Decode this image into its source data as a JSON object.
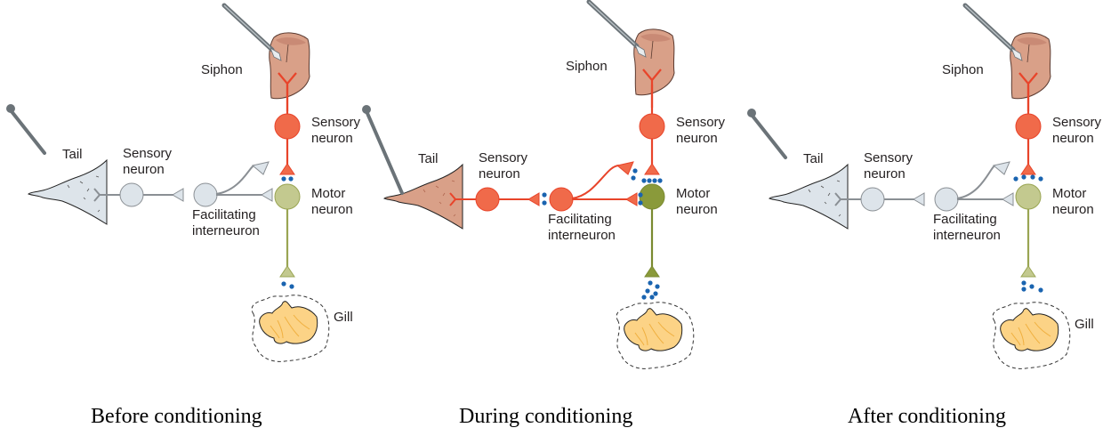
{
  "panels": [
    {
      "id": "before",
      "caption": "Before conditioning",
      "labels": {
        "siphon": "Siphon",
        "tail": "Tail",
        "siphon_sensory": [
          "Sensory",
          "neuron"
        ],
        "tail_sensory": [
          "Sensory",
          "neuron"
        ],
        "motor": [
          "Motor",
          "neuron"
        ],
        "interneuron": [
          "Facilitating",
          "interneuron"
        ],
        "gill": "Gill"
      },
      "state": {
        "tail_pathway_active": false,
        "tail_probe_touching": false,
        "motor_active": false,
        "siphon_to_motor_vesicles": 2,
        "motor_to_gill_vesicles": 2,
        "interneuron_vesicles": 0,
        "tail_sensory_vesicles": 0,
        "gill_label_visible": true
      }
    },
    {
      "id": "during",
      "caption": "During conditioning",
      "labels": {
        "siphon": "Siphon",
        "tail": "Tail",
        "siphon_sensory": [
          "Sensory",
          "neuron"
        ],
        "tail_sensory": [
          "Sensory",
          "neuron"
        ],
        "motor": [
          "Motor",
          "neuron"
        ],
        "interneuron": [
          "Facilitating",
          "interneuron"
        ],
        "gill": ""
      },
      "state": {
        "tail_pathway_active": true,
        "tail_probe_touching": true,
        "motor_active": true,
        "siphon_to_motor_vesicles": 4,
        "motor_to_gill_vesicles": 6,
        "interneuron_vesicles": 2,
        "tail_sensory_vesicles": 2,
        "gill_label_visible": false
      }
    },
    {
      "id": "after",
      "caption": "After conditioning",
      "labels": {
        "siphon": "Siphon",
        "tail": "Tail",
        "siphon_sensory": [
          "Sensory",
          "neuron"
        ],
        "tail_sensory": [
          "Sensory",
          "neuron"
        ],
        "motor": [
          "Motor",
          "neuron"
        ],
        "interneuron": [
          "Facilitating",
          "interneuron"
        ],
        "gill": "Gill"
      },
      "state": {
        "tail_pathway_active": false,
        "tail_probe_touching": false,
        "motor_active": false,
        "siphon_to_motor_vesicles": 4,
        "motor_to_gill_vesicles": 4,
        "interneuron_vesicles": 0,
        "tail_sensory_vesicles": 0,
        "gill_label_visible": true
      }
    }
  ],
  "colors": {
    "sensory_active": "#f06a4a",
    "sensory_stroke": "#e8442a",
    "inactive_fill": "#dde4ea",
    "inactive_stroke": "#8a8f94",
    "motor_fill": "#c3c98f",
    "motor_stroke": "#9aa553",
    "motor_active_fill": "#8a9a3a",
    "motor_active_stroke": "#7a8a30",
    "siphon_skin": "#d9a088",
    "tail_inactive": "#dde4ea",
    "tail_active": "#d9a088",
    "gill_fill": "#fcd386",
    "gill_lines": "#f0b040",
    "vesicle": "#1a64b0",
    "probe": "#6b7378"
  }
}
